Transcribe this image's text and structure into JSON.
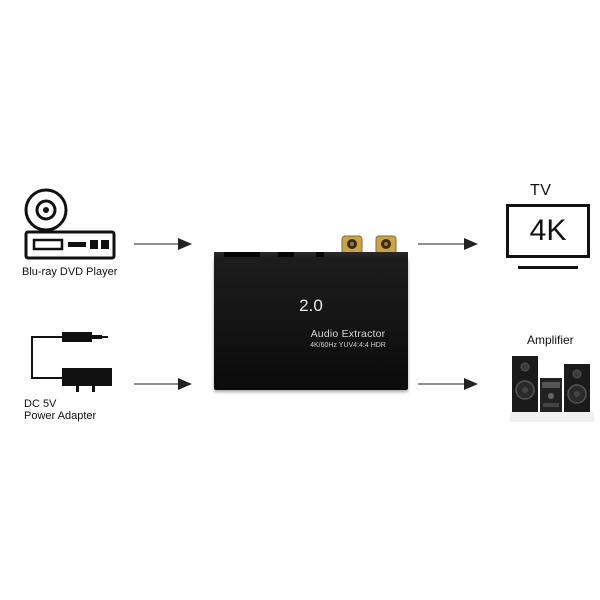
{
  "sources": {
    "player_label": "Blu-ray DVD Player",
    "power_label_line1": "DC 5V",
    "power_label_line2": "Power Adapter"
  },
  "device": {
    "version": "2.0",
    "name": "Audio Extractor",
    "spec": "4K/60Hz YUV4:4:4 HDR"
  },
  "outputs": {
    "tv_title": "TV",
    "tv_screen_text": "4K",
    "amplifier_label": "Amplifier"
  },
  "colors": {
    "device_body": "#141414",
    "rca_gold": "#c9a24a",
    "line": "#222222"
  }
}
